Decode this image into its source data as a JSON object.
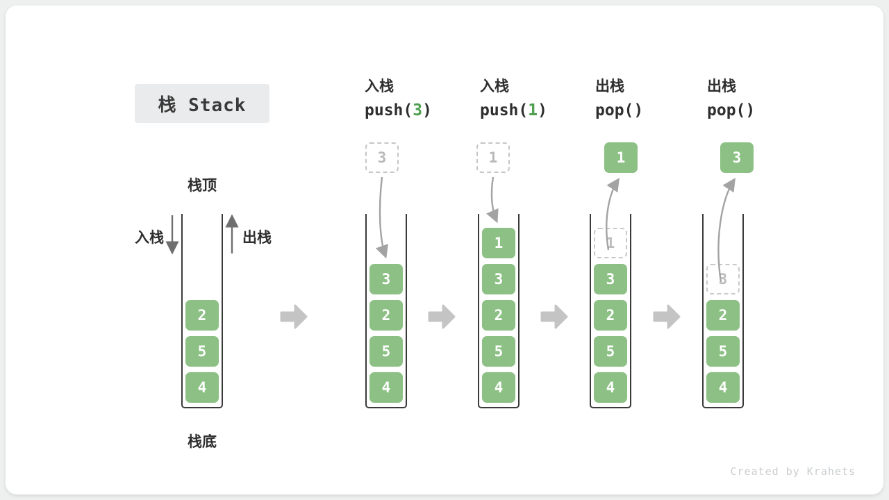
{
  "title": "栈 Stack",
  "watermark": "Created by Krahets",
  "base_stack": {
    "top_label": "栈顶",
    "bottom_label": "栈底",
    "push_label": "入栈",
    "pop_label": "出栈",
    "cells": [
      "2",
      "5",
      "4"
    ]
  },
  "steps": [
    {
      "op": "入栈",
      "call_open": "push(",
      "arg": "3",
      "call_close": ")",
      "float_value": "3",
      "cells": [
        "3",
        "2",
        "5",
        "4"
      ]
    },
    {
      "op": "入栈",
      "call_open": "push(",
      "arg": "1",
      "call_close": ")",
      "float_value": "1",
      "cells": [
        "1",
        "3",
        "2",
        "5",
        "4"
      ]
    },
    {
      "op": "出栈",
      "call_open": "pop(",
      "arg": "",
      "call_close": ")",
      "float_value": "1",
      "cells": [
        "1",
        "3",
        "2",
        "5",
        "4"
      ]
    },
    {
      "op": "出栈",
      "call_open": "pop(",
      "arg": "",
      "call_close": ")",
      "float_value": "3",
      "cells": [
        "3",
        "2",
        "5",
        "4"
      ]
    }
  ],
  "colors": {
    "cell_green": "#8CC084",
    "arg_green": "#4D9E4D"
  }
}
